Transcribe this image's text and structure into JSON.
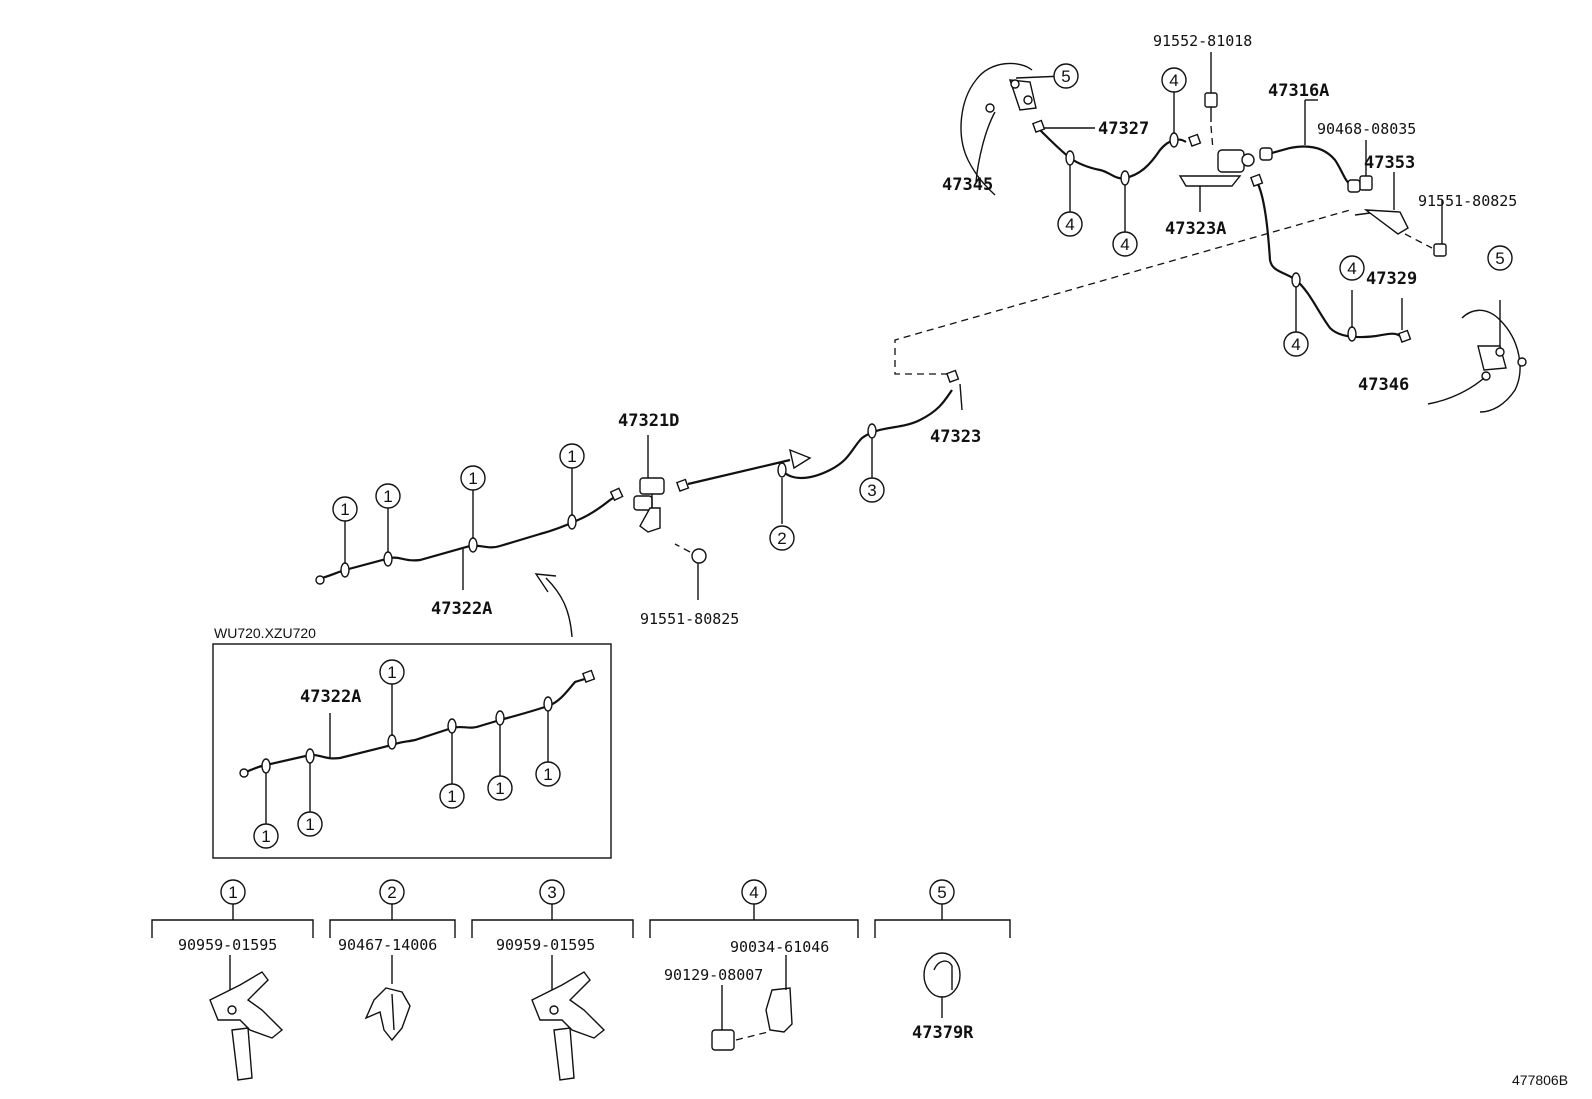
{
  "labels": {
    "p91552": "91552-81018",
    "p47316A": "47316A",
    "p90468": "90468-08035",
    "p47353": "47353",
    "p91551a": "91551-80825",
    "p47327": "47327",
    "p47345": "47345",
    "p47323A": "47323A",
    "p47329": "47329",
    "p47346": "47346",
    "p47323": "47323",
    "p47321D": "47321D",
    "p47322A": "47322A",
    "p91551b": "91551-80825",
    "p47322A_inset": "47322A"
  },
  "inset_note": "WU720.XZU720",
  "legend": [
    {
      "num": "1",
      "parts": [
        "90959-01595"
      ]
    },
    {
      "num": "2",
      "parts": [
        "90467-14006"
      ]
    },
    {
      "num": "3",
      "parts": [
        "90959-01595"
      ]
    },
    {
      "num": "4",
      "parts": [
        "90129-08007",
        "90034-61046"
      ]
    },
    {
      "num": "5",
      "parts": [
        "47379R"
      ]
    }
  ],
  "callouts": {
    "one": "1",
    "two": "2",
    "three": "3",
    "four": "4",
    "five": "5"
  },
  "figure_id": "477806B"
}
